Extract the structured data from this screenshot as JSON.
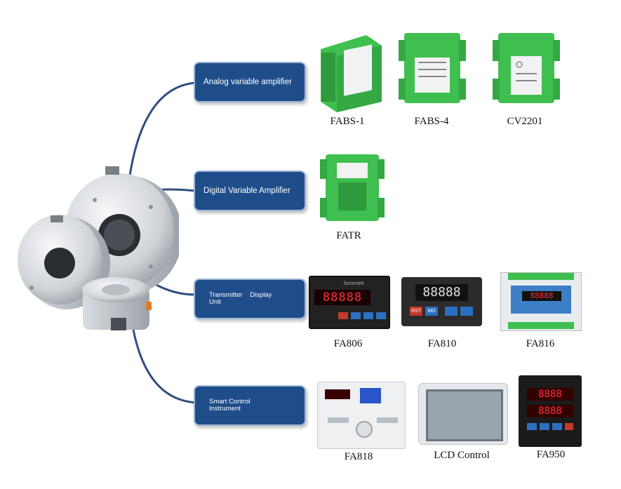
{
  "categories": [
    {
      "label": "Analog variable amplifier"
    },
    {
      "label": "Digital Variable Amplifier"
    },
    {
      "label": "Transmitter    Display\nUnit"
    },
    {
      "label": "Smart Control\nInstrument"
    }
  ],
  "products": {
    "fabs1": {
      "name": "FABS-1"
    },
    "fabs4": {
      "name": "FABS-4"
    },
    "cv2201": {
      "name": "CV2201"
    },
    "fatr": {
      "name": "FATR"
    },
    "fa806": {
      "name": "FA806",
      "brand": "forsentek",
      "digits": "88888"
    },
    "fa810": {
      "name": "FA810",
      "digits": "88888",
      "btn_rst": "RST",
      "btn_mo": "MO"
    },
    "fa816": {
      "name": "FA816",
      "digits": "88888"
    },
    "fa818": {
      "name": "FA818"
    },
    "lcd": {
      "name": "LCD Control"
    },
    "fa950": {
      "name": "FA950",
      "digits_top": "8888",
      "digits_bottom": "8888"
    }
  },
  "colors": {
    "box_fill": "#1f4d8a",
    "connector": "#2f4f7f",
    "module_green": "#3fbf4f"
  }
}
